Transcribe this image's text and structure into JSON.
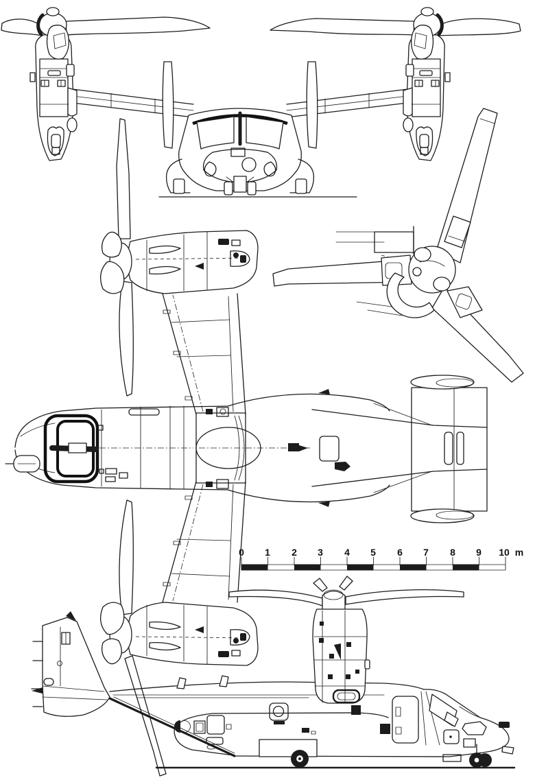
{
  "figure": {
    "type": "aircraft multi-view line drawing",
    "views": [
      "front view, nacelles vertical",
      "proprotor hub detail, three blades",
      "top view, nacelles horizontal",
      "side view on ground, nacelles vertical"
    ],
    "colors": {
      "ink": "#1c1c1c",
      "paper": "#ffffff"
    }
  },
  "scale_bar": {
    "unit_label": "m",
    "ticks": [
      "0",
      "1",
      "2",
      "3",
      "4",
      "5",
      "6",
      "7",
      "8",
      "9",
      "10"
    ],
    "tick_values": [
      0,
      1,
      2,
      3,
      4,
      5,
      6,
      7,
      8,
      9,
      10
    ],
    "length_m": 10,
    "filled_segments": [
      [
        0,
        1
      ],
      [
        2,
        3
      ],
      [
        4,
        5
      ],
      [
        6,
        7
      ],
      [
        8,
        9
      ]
    ]
  }
}
